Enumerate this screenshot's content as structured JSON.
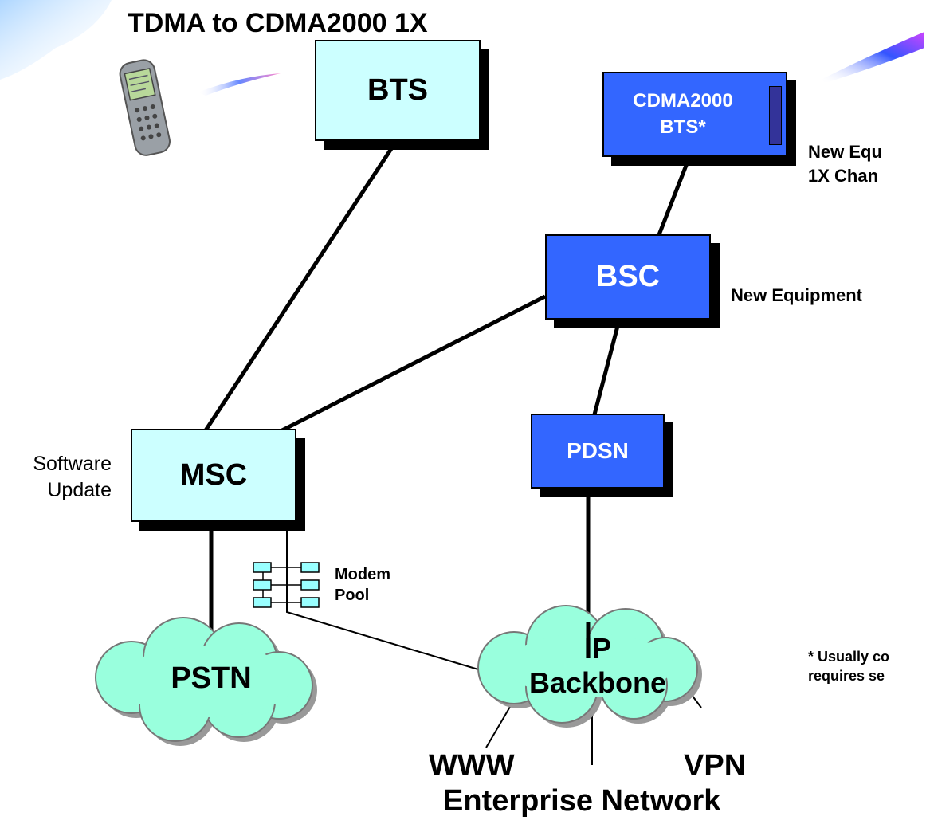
{
  "title": "TDMA to CDMA2000 1X",
  "nodes": {
    "bts": "BTS",
    "cdma_bts_line1": "CDMA2000",
    "cdma_bts_line2": "BTS*",
    "bsc": "BSC",
    "msc": "MSC",
    "pdsn": "PDSN"
  },
  "clouds": {
    "pstn": "PSTN",
    "ip_line1": "IP",
    "ip_line2": "Backbone"
  },
  "annotations": {
    "new_equipment_1x_line1": "New Equ",
    "new_equipment_1x_line2": "1X Chan",
    "new_equipment": "New Equipment",
    "software_update_line1": "Software",
    "software_update_line2": "Update",
    "modem_pool_line1": "Modem",
    "modem_pool_line2": "Pool",
    "footnote_line1": "* Usually co",
    "footnote_line2": "requires se"
  },
  "networks": {
    "www": "WWW",
    "vpn": "VPN",
    "enterprise": "Enterprise Network"
  }
}
